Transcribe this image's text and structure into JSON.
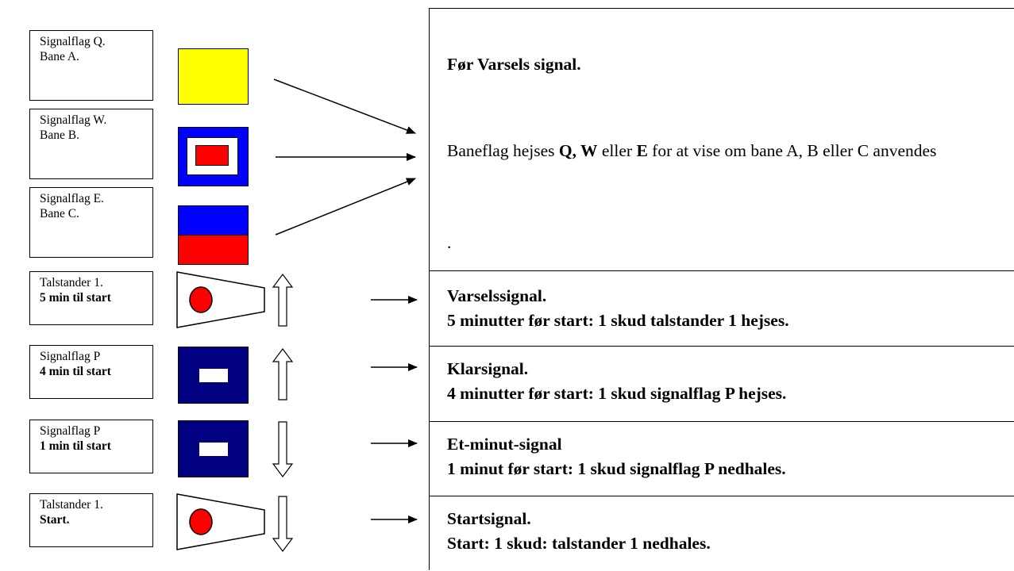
{
  "rows": [
    {
      "line1": "Signalflag Q.",
      "line2": "Bane A.",
      "bold2": false
    },
    {
      "line1": "Signalflag W.",
      "line2": "Bane B.",
      "bold2": false
    },
    {
      "line1": "Signalflag E.",
      "line2": "Bane C.",
      "bold2": false
    },
    {
      "line1": "Talstander 1.",
      "line2": "5 min til start",
      "bold2": true
    },
    {
      "line1": "Signalflag P",
      "line2": "4 min til start",
      "bold2": true
    },
    {
      "line1": "Signalflag P",
      "line2": "1 min til start",
      "bold2": true
    },
    {
      "line1": "Talstander 1.",
      "line2": "Start.",
      "bold2": true
    }
  ],
  "panel": {
    "intro_title": "Før Varsels signal.",
    "intro_body": {
      "p1": "Baneflag hejses ",
      "b1": "Q, W",
      "p2": " eller ",
      "b2": "E",
      "p3": " for at vise om bane A, B eller C anvendes"
    },
    "intro_dot": ".",
    "sections": [
      {
        "title": "Varselssignal.",
        "text": "5 minutter før start: 1 skud talstander 1 hejses."
      },
      {
        "title": "Klarsignal.",
        "text": "4 minutter før start: 1 skud signalflag P hejses."
      },
      {
        "title": "Et-minut-signal",
        "text": "1 minut før start: 1 skud signalflag P nedhales."
      },
      {
        "title": "Startsignal.",
        "text": "Start: 1 skud: talstander 1 nedhales."
      }
    ]
  },
  "colors": {
    "yellow": "#ffff00",
    "blue": "#0000ff",
    "red": "#ff0000",
    "navy": "#000080"
  },
  "icons": [
    "arrow-up-outline-icon",
    "arrow-down-outline-icon",
    "pointer-arrow-icon"
  ]
}
